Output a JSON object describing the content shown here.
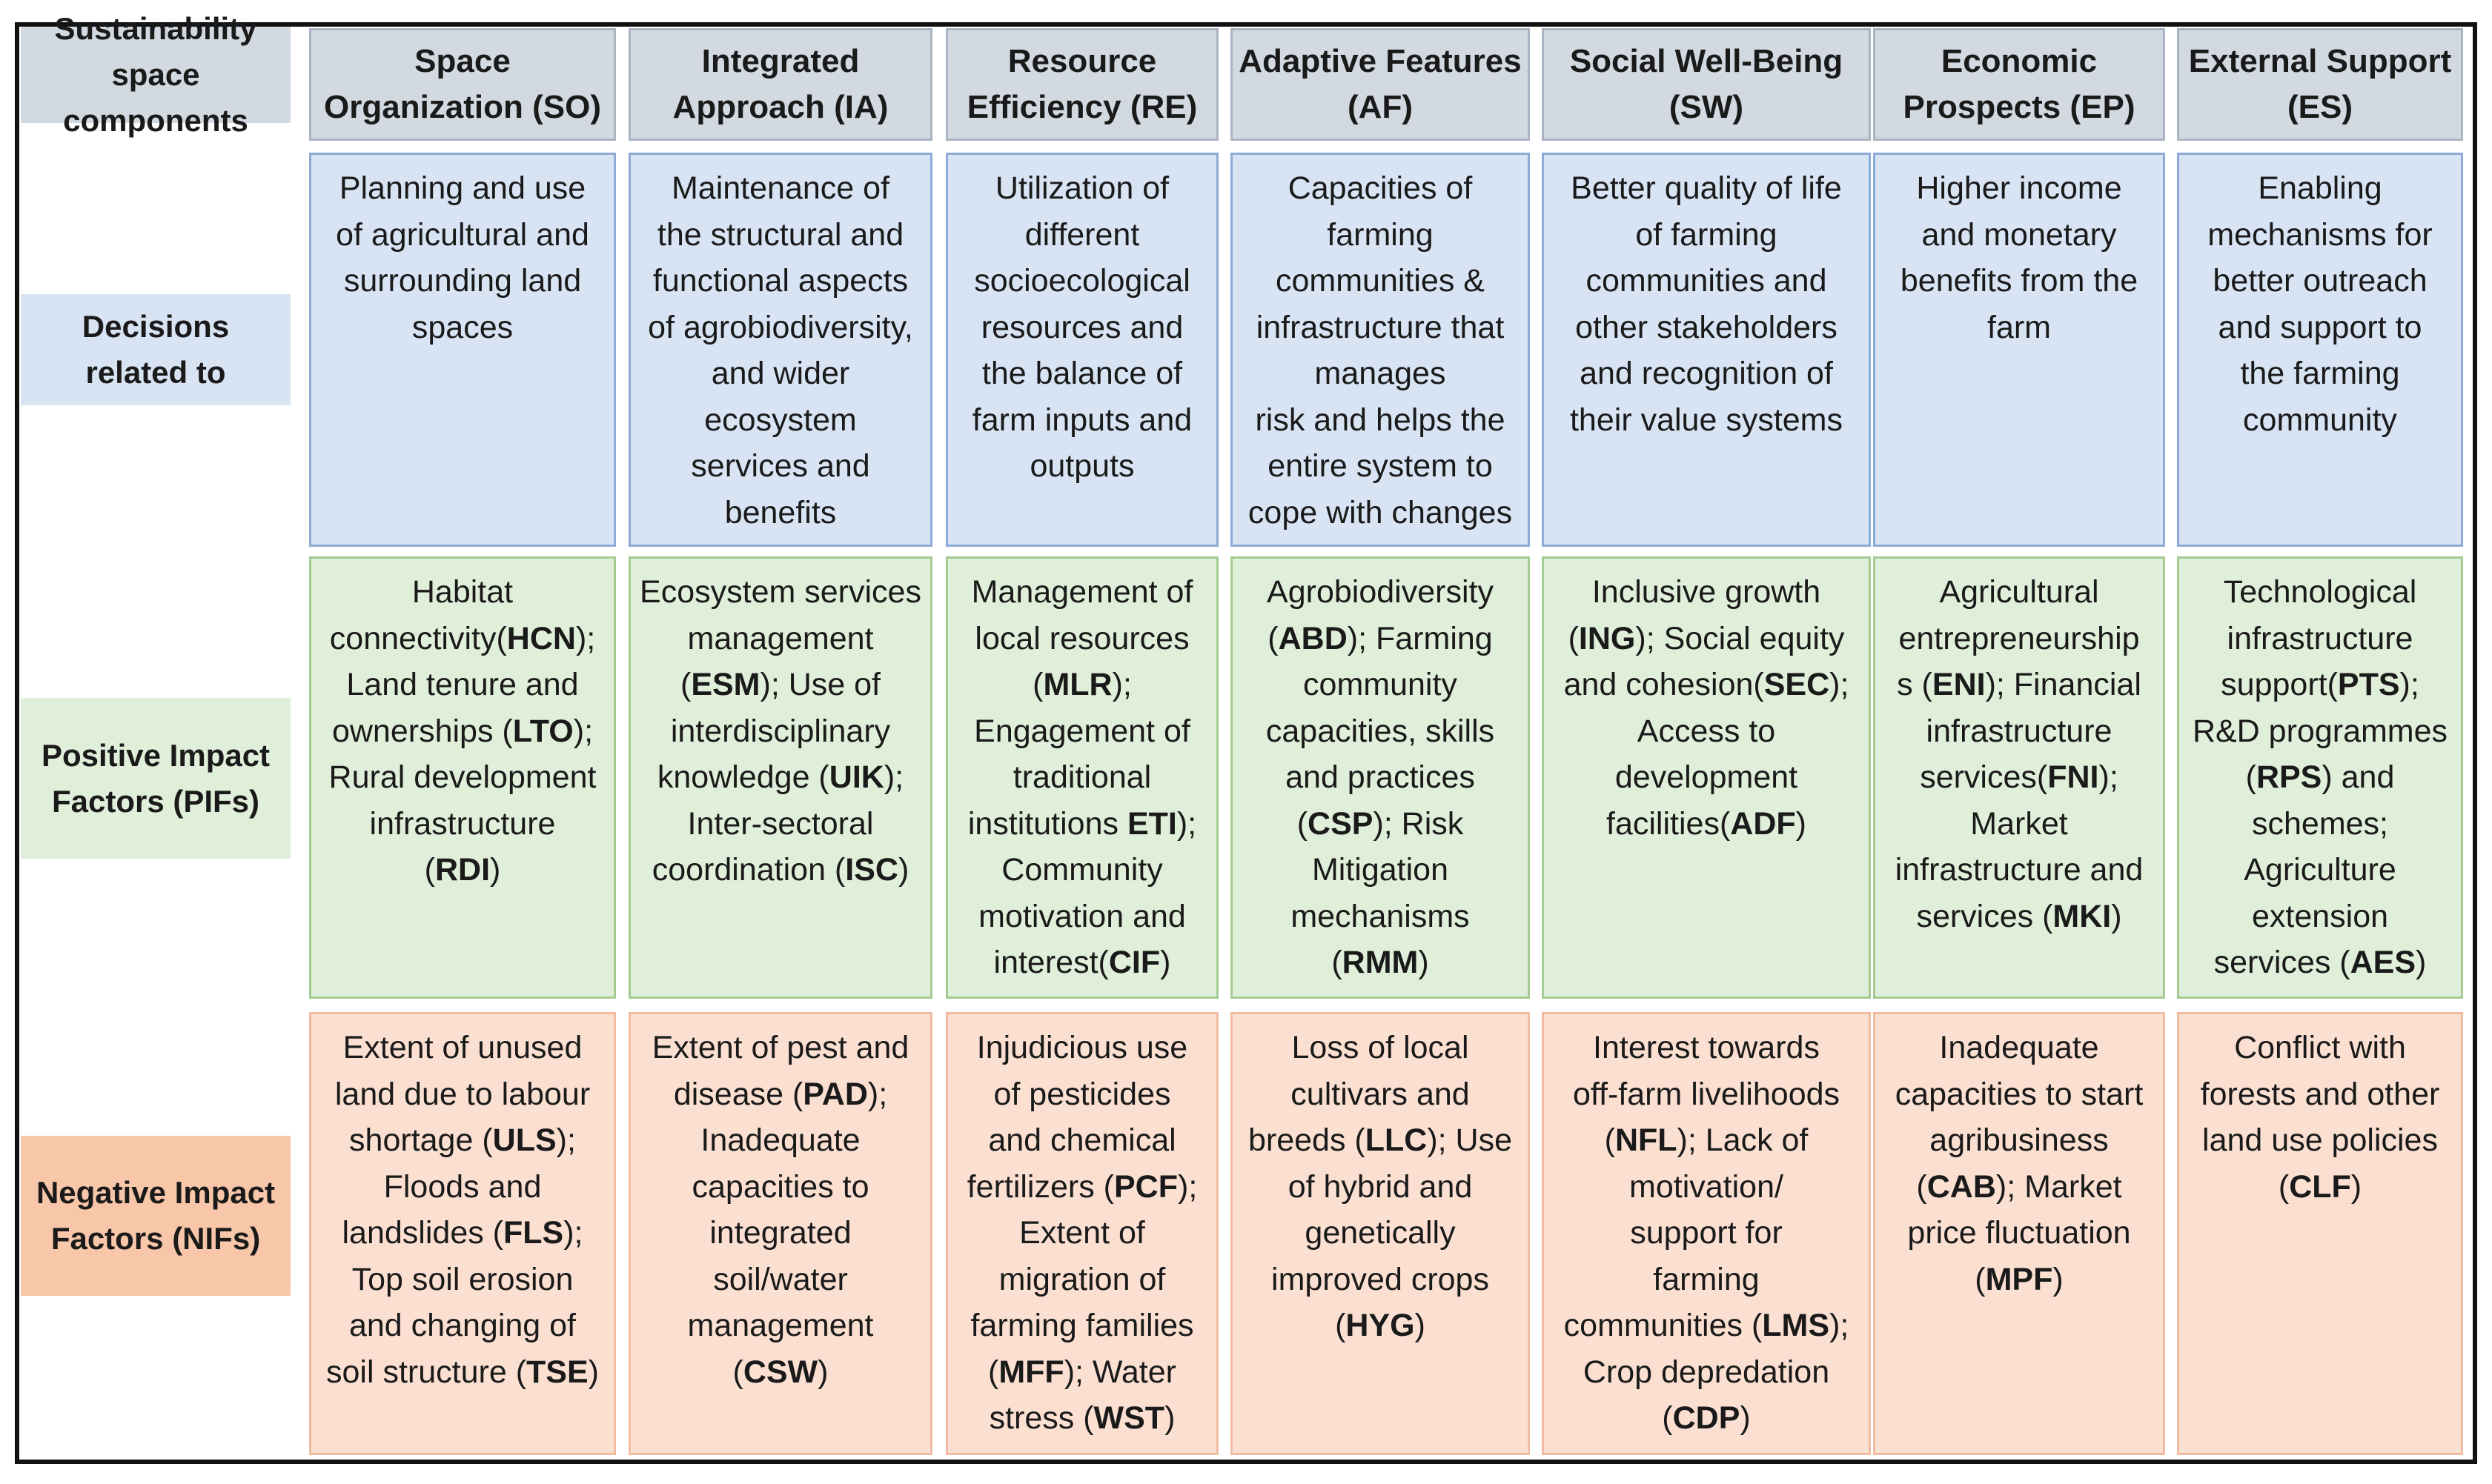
{
  "row_labels": {
    "components": [
      "Sustainability",
      "space",
      "components"
    ],
    "decisions": [
      "Decisions",
      "related to"
    ],
    "pifs": [
      "Positive Impact",
      "Factors (PIFs)"
    ],
    "nifs": [
      "Negative Impact",
      "Factors (NIFs)"
    ]
  },
  "colors": {
    "header_bg": "#d3d9e0",
    "decisions_bg": "#d8e4f4",
    "pifs_bg": "#e0efd9",
    "nifs_bg": "#fbe0d2",
    "nifs_label_bg": "#f8c6a8"
  },
  "columns": [
    {
      "header": [
        "Space",
        "Organization (SO)"
      ],
      "decisions": [
        "Planning and use",
        "of agricultural and",
        "surrounding land",
        "spaces"
      ],
      "pifs": [
        [
          {
            "t": "Habitat"
          }
        ],
        [
          {
            "t": "connectivity("
          },
          {
            "t": "HCN",
            "b": true
          },
          {
            "t": ");"
          }
        ],
        [
          {
            "t": "Land tenure and"
          }
        ],
        [
          {
            "t": "ownerships ("
          },
          {
            "t": "LTO",
            "b": true
          },
          {
            "t": ");"
          }
        ],
        [
          {
            "t": "Rural development"
          }
        ],
        [
          {
            "t": "infrastructure"
          }
        ],
        [
          {
            "t": "("
          },
          {
            "t": "RDI",
            "b": true
          },
          {
            "t": ")"
          }
        ]
      ],
      "nifs": [
        [
          {
            "t": "Extent of unused"
          }
        ],
        [
          {
            "t": "land due to labour"
          }
        ],
        [
          {
            "t": "shortage ("
          },
          {
            "t": "ULS",
            "b": true
          },
          {
            "t": ");"
          }
        ],
        [
          {
            "t": "Floods and"
          }
        ],
        [
          {
            "t": "landslides ("
          },
          {
            "t": "FLS",
            "b": true
          },
          {
            "t": ");"
          }
        ],
        [
          {
            "t": "Top soil erosion"
          }
        ],
        [
          {
            "t": "and changing of"
          }
        ],
        [
          {
            "t": "soil structure ("
          },
          {
            "t": "TSE",
            "b": true
          },
          {
            "t": ")"
          }
        ]
      ]
    },
    {
      "header": [
        "Integrated",
        "Approach (IA)"
      ],
      "decisions": [
        "Maintenance of",
        "the structural and",
        "functional aspects",
        "of agrobiodiversity,",
        "and wider",
        "ecosystem",
        "services and",
        "benefits"
      ],
      "pifs": [
        [
          {
            "t": "Ecosystem services"
          }
        ],
        [
          {
            "t": "management"
          }
        ],
        [
          {
            "t": "("
          },
          {
            "t": "ESM",
            "b": true
          },
          {
            "t": "); Use of"
          }
        ],
        [
          {
            "t": "interdisciplinary"
          }
        ],
        [
          {
            "t": "knowledge ("
          },
          {
            "t": "UIK",
            "b": true
          },
          {
            "t": ");"
          }
        ],
        [
          {
            "t": "Inter-sectoral"
          }
        ],
        [
          {
            "t": "coordination ("
          },
          {
            "t": "ISC",
            "b": true
          },
          {
            "t": ")"
          }
        ]
      ],
      "nifs": [
        [
          {
            "t": "Extent of pest and"
          }
        ],
        [
          {
            "t": "disease ("
          },
          {
            "t": "PAD",
            "b": true
          },
          {
            "t": ");"
          }
        ],
        [
          {
            "t": "Inadequate"
          }
        ],
        [
          {
            "t": "capacities to"
          }
        ],
        [
          {
            "t": "integrated"
          }
        ],
        [
          {
            "t": "soil/water"
          }
        ],
        [
          {
            "t": "management"
          }
        ],
        [
          {
            "t": "("
          },
          {
            "t": "CSW",
            "b": true
          },
          {
            "t": ")"
          }
        ]
      ]
    },
    {
      "header": [
        "Resource",
        "Efficiency (RE)"
      ],
      "decisions": [
        "Utilization of",
        "different",
        "socioecological",
        "resources and",
        "the balance of",
        "farm inputs and",
        "outputs"
      ],
      "pifs": [
        [
          {
            "t": "Management of"
          }
        ],
        [
          {
            "t": "local resources"
          }
        ],
        [
          {
            "t": "("
          },
          {
            "t": "MLR",
            "b": true
          },
          {
            "t": ");"
          }
        ],
        [
          {
            "t": "Engagement of"
          }
        ],
        [
          {
            "t": "traditional"
          }
        ],
        [
          {
            "t": "institutions "
          },
          {
            "t": "ETI",
            "b": true
          },
          {
            "t": ");"
          }
        ],
        [
          {
            "t": "Community"
          }
        ],
        [
          {
            "t": "motivation and"
          }
        ],
        [
          {
            "t": "interest("
          },
          {
            "t": "CIF",
            "b": true
          },
          {
            "t": ")"
          }
        ]
      ],
      "nifs": [
        [
          {
            "t": "Injudicious use"
          }
        ],
        [
          {
            "t": "of pesticides"
          }
        ],
        [
          {
            "t": "and chemical"
          }
        ],
        [
          {
            "t": "fertilizers ("
          },
          {
            "t": "PCF",
            "b": true
          },
          {
            "t": ");"
          }
        ],
        [
          {
            "t": "Extent of"
          }
        ],
        [
          {
            "t": "migration of"
          }
        ],
        [
          {
            "t": "farming families"
          }
        ],
        [
          {
            "t": "("
          },
          {
            "t": "MFF",
            "b": true
          },
          {
            "t": "); Water"
          }
        ],
        [
          {
            "t": "stress ("
          },
          {
            "t": "WST",
            "b": true
          },
          {
            "t": ")"
          }
        ]
      ]
    },
    {
      "header": [
        "Adaptive Features",
        "(AF)"
      ],
      "decisions": [
        "Capacities of",
        "farming",
        "communities &",
        "infrastructure that",
        "manages",
        "risk and helps the",
        "entire system to",
        "cope with changes"
      ],
      "pifs": [
        [
          {
            "t": "Agrobiodiversity"
          }
        ],
        [
          {
            "t": "("
          },
          {
            "t": "ABD",
            "b": true
          },
          {
            "t": "); Farming"
          }
        ],
        [
          {
            "t": "community"
          }
        ],
        [
          {
            "t": "capacities, skills"
          }
        ],
        [
          {
            "t": "and practices"
          }
        ],
        [
          {
            "t": "("
          },
          {
            "t": "CSP",
            "b": true
          },
          {
            "t": "); Risk"
          }
        ],
        [
          {
            "t": "Mitigation"
          }
        ],
        [
          {
            "t": "mechanisms"
          }
        ],
        [
          {
            "t": "("
          },
          {
            "t": "RMM",
            "b": true
          },
          {
            "t": ")"
          }
        ]
      ],
      "nifs": [
        [
          {
            "t": "Loss of local"
          }
        ],
        [
          {
            "t": "cultivars and"
          }
        ],
        [
          {
            "t": "breeds ("
          },
          {
            "t": "LLC",
            "b": true
          },
          {
            "t": "); Use"
          }
        ],
        [
          {
            "t": "of hybrid and"
          }
        ],
        [
          {
            "t": "genetically"
          }
        ],
        [
          {
            "t": "improved crops"
          }
        ],
        [
          {
            "t": "("
          },
          {
            "t": "HYG",
            "b": true
          },
          {
            "t": ")"
          }
        ]
      ]
    },
    {
      "header": [
        "Social Well-Being",
        "(SW)"
      ],
      "decisions": [
        "Better quality of life",
        "of farming",
        "communities and",
        "other stakeholders",
        "and recognition of",
        "their value systems"
      ],
      "pifs": [
        [
          {
            "t": "Inclusive growth"
          }
        ],
        [
          {
            "t": "("
          },
          {
            "t": "ING",
            "b": true
          },
          {
            "t": "); Social equity"
          }
        ],
        [
          {
            "t": "and cohesion("
          },
          {
            "t": "SEC",
            "b": true
          },
          {
            "t": ");"
          }
        ],
        [
          {
            "t": "Access to"
          }
        ],
        [
          {
            "t": "development"
          }
        ],
        [
          {
            "t": "facilities("
          },
          {
            "t": "ADF",
            "b": true
          },
          {
            "t": ")"
          }
        ]
      ],
      "nifs": [
        [
          {
            "t": "Interest towards"
          }
        ],
        [
          {
            "t": "off-farm livelihoods"
          }
        ],
        [
          {
            "t": "("
          },
          {
            "t": "NFL",
            "b": true
          },
          {
            "t": "); Lack of"
          }
        ],
        [
          {
            "t": "motivation/"
          }
        ],
        [
          {
            "t": "support for"
          }
        ],
        [
          {
            "t": "farming"
          }
        ],
        [
          {
            "t": "communities ("
          },
          {
            "t": "LMS",
            "b": true
          },
          {
            "t": ");"
          }
        ],
        [
          {
            "t": "Crop depredation"
          }
        ],
        [
          {
            "t": "("
          },
          {
            "t": "CDP",
            "b": true
          },
          {
            "t": ")"
          }
        ]
      ]
    },
    {
      "header": [
        "Economic",
        "Prospects (EP)"
      ],
      "decisions": [
        "Higher income",
        "and monetary",
        "benefits from the",
        "farm"
      ],
      "pifs": [
        [
          {
            "t": "Agricultural"
          }
        ],
        [
          {
            "t": "entrepreneurship"
          }
        ],
        [
          {
            "t": "s ("
          },
          {
            "t": "ENI",
            "b": true
          },
          {
            "t": "); Financial"
          }
        ],
        [
          {
            "t": "infrastructure"
          }
        ],
        [
          {
            "t": "services("
          },
          {
            "t": "FNI",
            "b": true
          },
          {
            "t": ");"
          }
        ],
        [
          {
            "t": "Market"
          }
        ],
        [
          {
            "t": "infrastructure and"
          }
        ],
        [
          {
            "t": "services ("
          },
          {
            "t": "MKI",
            "b": true
          },
          {
            "t": ")"
          }
        ]
      ],
      "nifs": [
        [
          {
            "t": "Inadequate"
          }
        ],
        [
          {
            "t": "capacities to start"
          }
        ],
        [
          {
            "t": "agribusiness"
          }
        ],
        [
          {
            "t": "("
          },
          {
            "t": "CAB",
            "b": true
          },
          {
            "t": "); Market"
          }
        ],
        [
          {
            "t": "price fluctuation"
          }
        ],
        [
          {
            "t": "("
          },
          {
            "t": "MPF",
            "b": true
          },
          {
            "t": ")"
          }
        ]
      ]
    },
    {
      "header": [
        "External Support",
        "(ES)"
      ],
      "decisions": [
        "Enabling",
        "mechanisms for",
        "better outreach",
        "and support to",
        "the farming",
        "community"
      ],
      "pifs": [
        [
          {
            "t": "Technological"
          }
        ],
        [
          {
            "t": "infrastructure"
          }
        ],
        [
          {
            "t": "support("
          },
          {
            "t": "PTS",
            "b": true
          },
          {
            "t": ");"
          }
        ],
        [
          {
            "t": "R&D programmes"
          }
        ],
        [
          {
            "t": "("
          },
          {
            "t": "RPS",
            "b": true
          },
          {
            "t": ") and"
          }
        ],
        [
          {
            "t": "schemes;"
          }
        ],
        [
          {
            "t": "Agriculture"
          }
        ],
        [
          {
            "t": "extension"
          }
        ],
        [
          {
            "t": "services ("
          },
          {
            "t": "AES",
            "b": true
          },
          {
            "t": ")"
          }
        ]
      ],
      "nifs": [
        [
          {
            "t": "Conflict with"
          }
        ],
        [
          {
            "t": "forests and other"
          }
        ],
        [
          {
            "t": "land use policies"
          }
        ],
        [
          {
            "t": "("
          },
          {
            "t": "CLF",
            "b": true
          },
          {
            "t": ")"
          }
        ]
      ]
    }
  ]
}
